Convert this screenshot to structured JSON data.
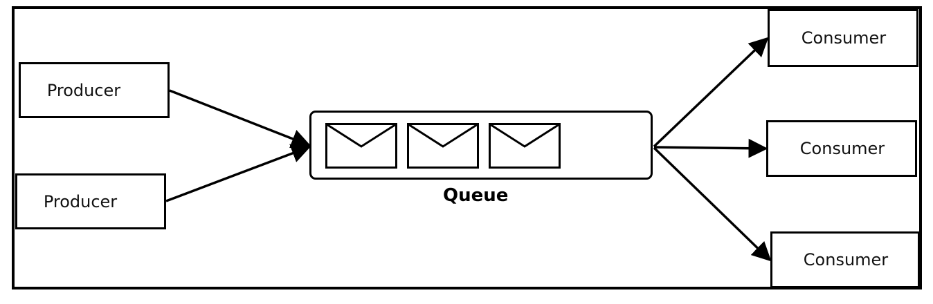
{
  "producers": [
    {
      "label": "Producer"
    },
    {
      "label": "Producer"
    }
  ],
  "queue": {
    "label": "Queue",
    "messages": [
      "envelope-icon",
      "envelope-icon",
      "envelope-icon"
    ]
  },
  "consumers": [
    {
      "label": "Consumer"
    },
    {
      "label": "Consumer"
    },
    {
      "label": "Consumer"
    }
  ]
}
